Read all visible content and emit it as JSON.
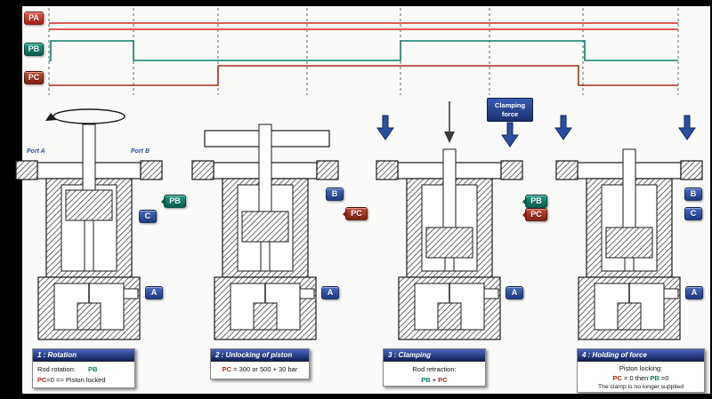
{
  "palette": {
    "pa_red": "#d8251f",
    "pb_teal": "#0e7d6b",
    "pc_darkred": "#a03020",
    "accent_blue": "#2b4fa0",
    "header_navy": "#16245e"
  },
  "timing": {
    "pa_label": "PA",
    "pb_label": "PB",
    "pc_label": "PC",
    "grid_x": [
      55,
      150,
      245,
      345,
      450,
      550,
      655,
      762
    ],
    "signals": {
      "pa_top": "55,26 762,26",
      "pa_bottom": "55,33 762,33",
      "pb": "55,68 57,68 57,46 150,46 150,68 450,68 450,46 657,46 657,68 762,68",
      "pc": "55,96 245,96 245,74 650,74 650,96 762,96"
    }
  },
  "stations": [
    {
      "name": "rotation",
      "port_a": "Port A",
      "port_b": "Port B",
      "badge_pb": "PB",
      "badge_c": "C",
      "badge_a": "A"
    },
    {
      "name": "unlocking",
      "badge_b": "B",
      "badge_pc": "PC",
      "badge_a": "A"
    },
    {
      "name": "clamping",
      "force_label": "Clamping force",
      "badge_pb": "PB",
      "badge_pc": "PC",
      "badge_a": "A"
    },
    {
      "name": "holding",
      "badge_b": "B",
      "badge_c": "C",
      "badge_a": "A"
    }
  ],
  "captions": [
    {
      "title": "1 : Rotation",
      "l1a": "Rod rotation:",
      "l1b": "PB",
      "l2a": "PC",
      "l2b": "=0 => Piston locked"
    },
    {
      "title": "2 : Unlocking of piston",
      "l1a": "PC",
      "l1b": " = 300 or 500 + 30 bar"
    },
    {
      "title": "3 : Clamping",
      "l1": "Rod retraction:",
      "l2a": "PB",
      "l2b": " + ",
      "l2c": "PC"
    },
    {
      "title": "4 : Holding of force",
      "l1": "Piston locking:",
      "l2a": "PC",
      "l2b": " = 0 then ",
      "l2c": "PB",
      "l2d": " =0",
      "l3": "The clamp is no longer supplied"
    }
  ]
}
